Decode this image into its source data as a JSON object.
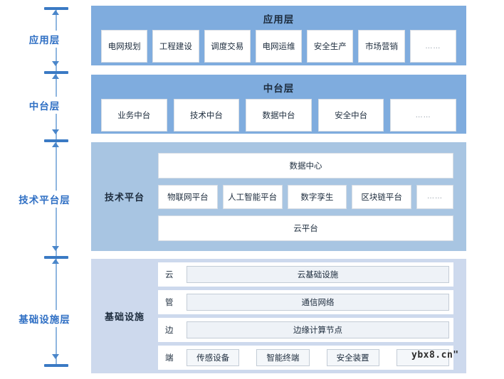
{
  "dimension_labels": [
    {
      "name": "应用层"
    },
    {
      "name": "中台层"
    },
    {
      "name": "技术平台层"
    },
    {
      "name": "基础设施层"
    }
  ],
  "layers": {
    "application": {
      "title": "应用层",
      "items": [
        {
          "label": "电网规划"
        },
        {
          "label": "工程建设"
        },
        {
          "label": "调度交易"
        },
        {
          "label": "电网运维"
        },
        {
          "label": "安全生产"
        },
        {
          "label": "市场营销"
        },
        {
          "label": "……"
        }
      ]
    },
    "middle_platform": {
      "title": "中台层",
      "items": [
        {
          "label": "业务中台"
        },
        {
          "label": "技术中台"
        },
        {
          "label": "数据中台"
        },
        {
          "label": "安全中台"
        },
        {
          "label": "……"
        }
      ]
    },
    "technical_platform": {
      "side_label": "技术平台",
      "top_full": "数据中心",
      "items": [
        {
          "label": "物联网平台"
        },
        {
          "label": "人工智能平台"
        },
        {
          "label": "数字孪生"
        },
        {
          "label": "区块链平台"
        },
        {
          "label": "……"
        }
      ],
      "bottom_full": "云平台"
    },
    "infrastructure": {
      "side_label": "基础设施",
      "rows": [
        {
          "key": "云",
          "value": "云基础设施"
        },
        {
          "key": "管",
          "value": "通信网络"
        },
        {
          "key": "边",
          "value": "边缘计算节点"
        }
      ],
      "terminal_row": {
        "key": "端",
        "items": [
          {
            "label": "传感设备"
          },
          {
            "label": "智能终端"
          },
          {
            "label": "安全装置"
          },
          {
            "label": ""
          }
        ]
      }
    }
  },
  "watermark": "ybx8.cn\"",
  "colors": {
    "band_application": "#7facde",
    "band_middle": "#7facde",
    "band_technical": "#a8c5e2",
    "band_infrastructure": "#cdd9ed",
    "dimension_label": "#2f6fc4",
    "tick": "#3a7ac4",
    "axis_line": "#8fb6df"
  }
}
